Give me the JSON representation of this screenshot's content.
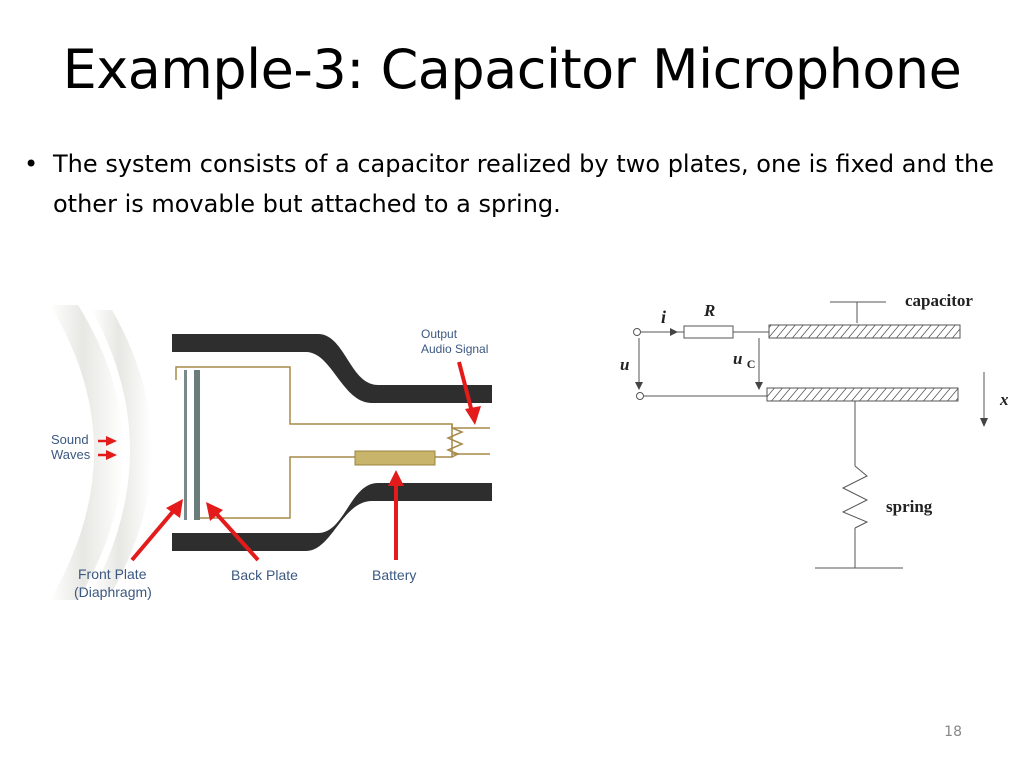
{
  "title": "Example-3: Capacitor Microphone",
  "bullet": {
    "marker": "•",
    "text": "The system consists of a capacitor realized by two plates, one is fixed and the other is movable but attached to a spring."
  },
  "page_number": "18",
  "left_diagram": {
    "labels": {
      "sound_waves_1": "Sound",
      "sound_waves_2": "Waves",
      "output_1": "Output",
      "output_2": "Audio Signal",
      "front_plate_1": "Front Plate",
      "front_plate_2": "(Diaphragm)",
      "back_plate": "Back Plate",
      "battery": "Battery"
    },
    "colors": {
      "arrow": "#e41b1b",
      "body": "#2e2e2e",
      "battery": "#c8b46a",
      "label": "#3b5880"
    }
  },
  "right_diagram": {
    "labels": {
      "capacitor": "capacitor",
      "spring": "spring",
      "current": "i",
      "resistor": "R",
      "voltage": "u",
      "cap_voltage_main": "u",
      "cap_voltage_sub": "C",
      "displacement": "x"
    }
  }
}
